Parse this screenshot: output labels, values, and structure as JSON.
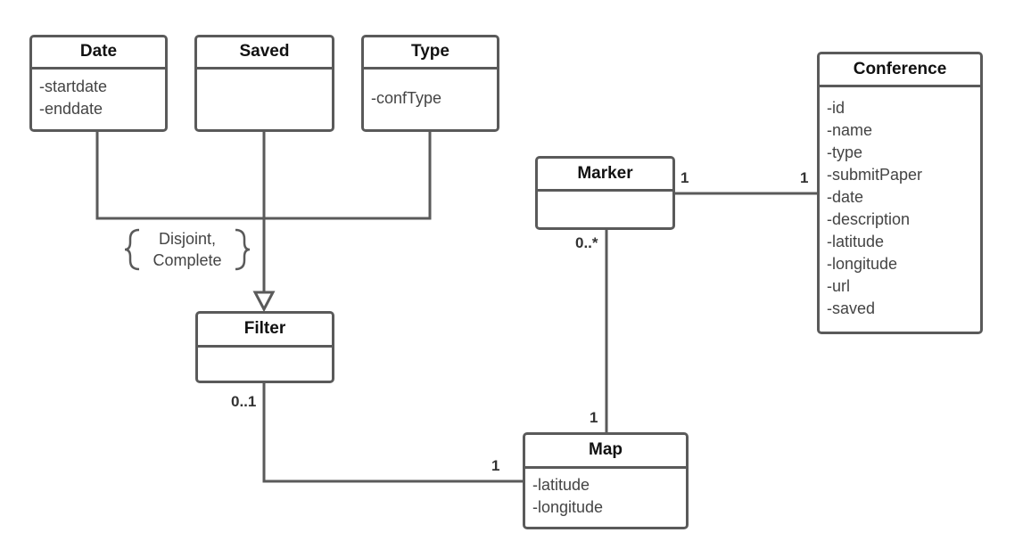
{
  "classes": {
    "date": {
      "name": "Date",
      "attributes": [
        "-startdate",
        "-enddate"
      ]
    },
    "saved": {
      "name": "Saved",
      "attributes": []
    },
    "type": {
      "name": "Type",
      "attributes": [
        "-confType"
      ]
    },
    "conference": {
      "name": "Conference",
      "attributes": [
        "-id",
        "-name",
        "-type",
        "-submitPaper",
        "-date",
        "-description",
        "-latitude",
        "-longitude",
        "-url",
        "-saved"
      ]
    },
    "marker": {
      "name": "Marker",
      "attributes": []
    },
    "filter": {
      "name": "Filter",
      "attributes": []
    },
    "map": {
      "name": "Map",
      "attributes": [
        "-latitude",
        "-longitude"
      ]
    }
  },
  "constraint": {
    "line1": "Disjoint,",
    "line2": "Complete"
  },
  "multiplicities": {
    "marker_conference_marker_end": "1",
    "marker_conference_conference_end": "1",
    "marker_map_marker_end": "0..*",
    "marker_map_map_end": "1",
    "filter_map_filter_end": "0..1",
    "filter_map_map_end": "1"
  },
  "colors": {
    "line": "#5a5a5a",
    "text": "#3a3a3a"
  }
}
